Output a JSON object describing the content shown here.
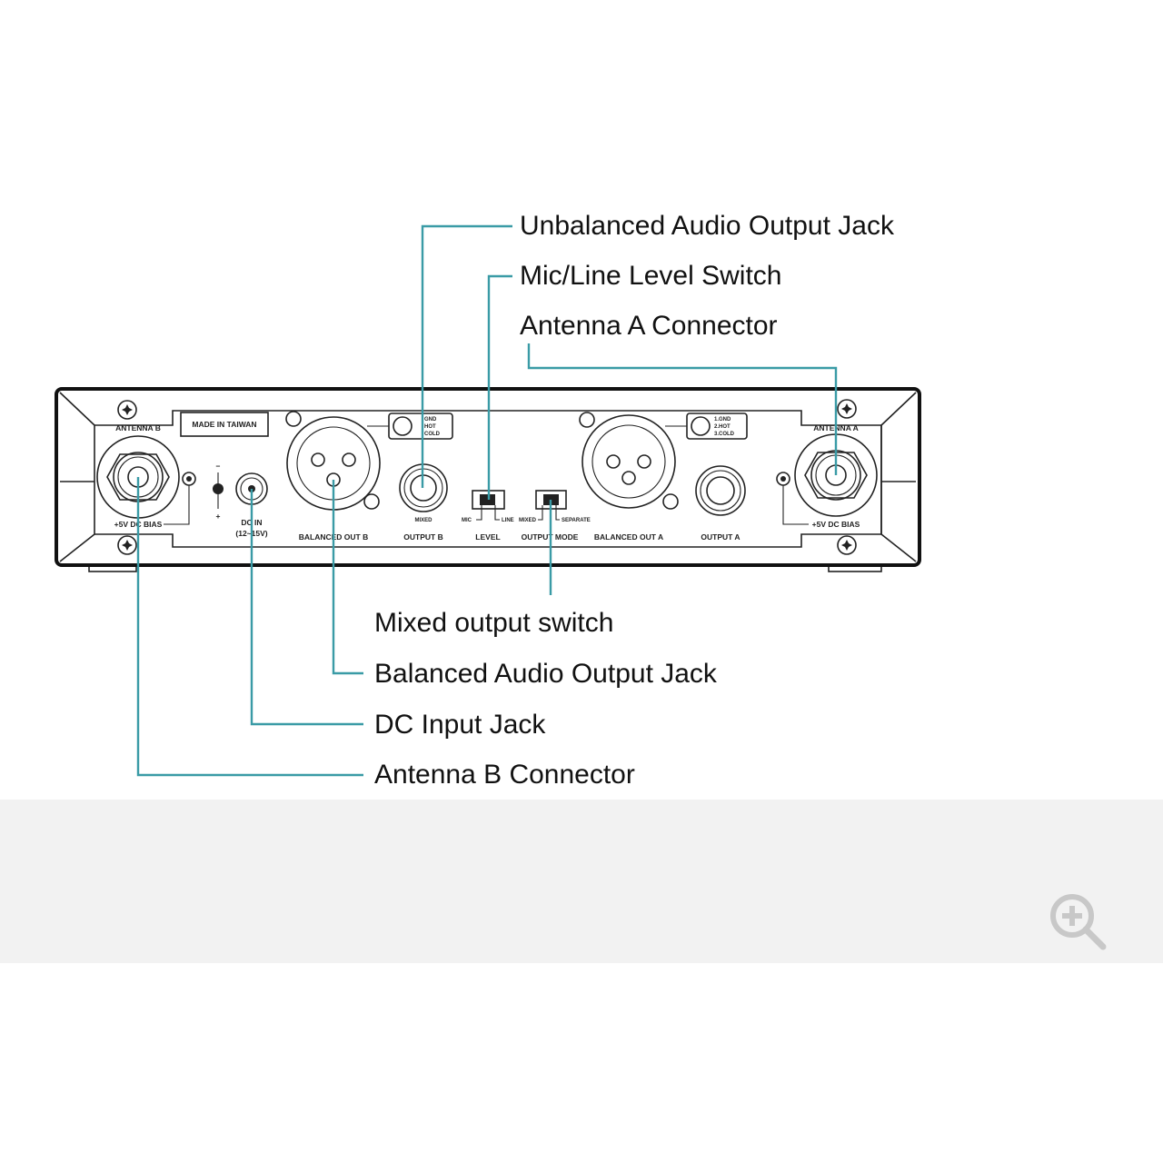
{
  "colors": {
    "accent": "#3a9ba6",
    "panel_stroke": "#222222",
    "zoom_icon": "#c8c8c8"
  },
  "callouts_top": [
    {
      "id": "unbalanced",
      "label": "Unbalanced Audio Output Jack"
    },
    {
      "id": "level",
      "label": "Mic/Line Level Switch"
    },
    {
      "id": "antenna-a",
      "label": "Antenna A Connector"
    }
  ],
  "callouts_bottom": [
    {
      "id": "mixed",
      "label": "Mixed output switch"
    },
    {
      "id": "balanced",
      "label": "Balanced Audio Output Jack"
    },
    {
      "id": "dc",
      "label": "DC Input Jack"
    },
    {
      "id": "antenna-b",
      "label": "Antenna B Connector"
    }
  ],
  "panel": {
    "antenna_b": "ANTENNA B",
    "antenna_a": "ANTENNA A",
    "dc_bias_b": "+5V DC BIAS",
    "dc_bias_a": "+5V DC BIAS",
    "made_in": "MADE IN TAIWAN",
    "polarity_minus": "−",
    "polarity_plus": "+",
    "dc_in": "DC IN",
    "dc_range": "(12~15V)",
    "balanced_out_b": "BALANCED OUT B",
    "balanced_out_a": "BALANCED OUT A",
    "output_b": "OUTPUT B",
    "output_a": "OUTPUT A",
    "mixed_tag": "MIXED",
    "level": "LEVEL",
    "level_mic": "MIC",
    "level_line": "LINE",
    "output_mode": "OUTPUT MODE",
    "mode_mixed": "MIXED",
    "mode_separate": "SEPARATE",
    "pin_b": [
      "GND",
      "HOT",
      "COLD"
    ],
    "pin_a": [
      "1.GND",
      "2.HOT",
      "3.COLD"
    ]
  },
  "zoom_icon": "zoom-in-icon"
}
